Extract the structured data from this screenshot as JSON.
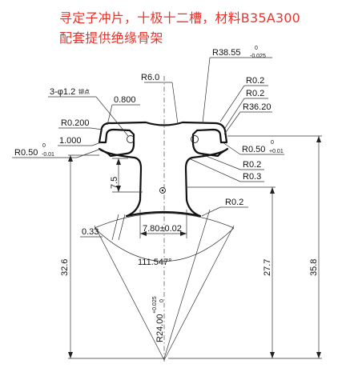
{
  "header": {
    "line1": "寻定子冲片，十极十二槽，材料B35A300",
    "line2": "配套提供绝缘骨架"
  },
  "dims": {
    "r6": "R6.0",
    "r38": "R38.55",
    "r38_tol_top": "0",
    "r38_tol_bot": "-0.025",
    "r02_a": "R0.2",
    "r02_b": "R0.2",
    "r3620": "R36.20",
    "holes": "3-φ1.2",
    "holes_note": "铆点",
    "d0800": "0.800",
    "r0200": "R0.200",
    "d1000": "1.000",
    "r050_left": "R0.50",
    "r050_left_tol_top": "0",
    "r050_left_tol_bot": "-0.01",
    "r050_right": "R0.50",
    "r050_right_tol_top": "0",
    "r050_right_tol_bot": "+0.01",
    "r02_c": "R0.2",
    "r03": "R0.3",
    "d75": "7.5",
    "r02_d": "R0.2",
    "d033": "0.33",
    "d780": "7.80±0.02",
    "angle": "111.547°",
    "d326": "32.6",
    "d277": "27.7",
    "d358": "35.8",
    "r24": "R24.00",
    "r24_tol_top": "+0.025",
    "r24_tol_bot": "0"
  },
  "colors": {
    "header_text": "#e8342c",
    "line": "#222222",
    "background": "#ffffff"
  }
}
